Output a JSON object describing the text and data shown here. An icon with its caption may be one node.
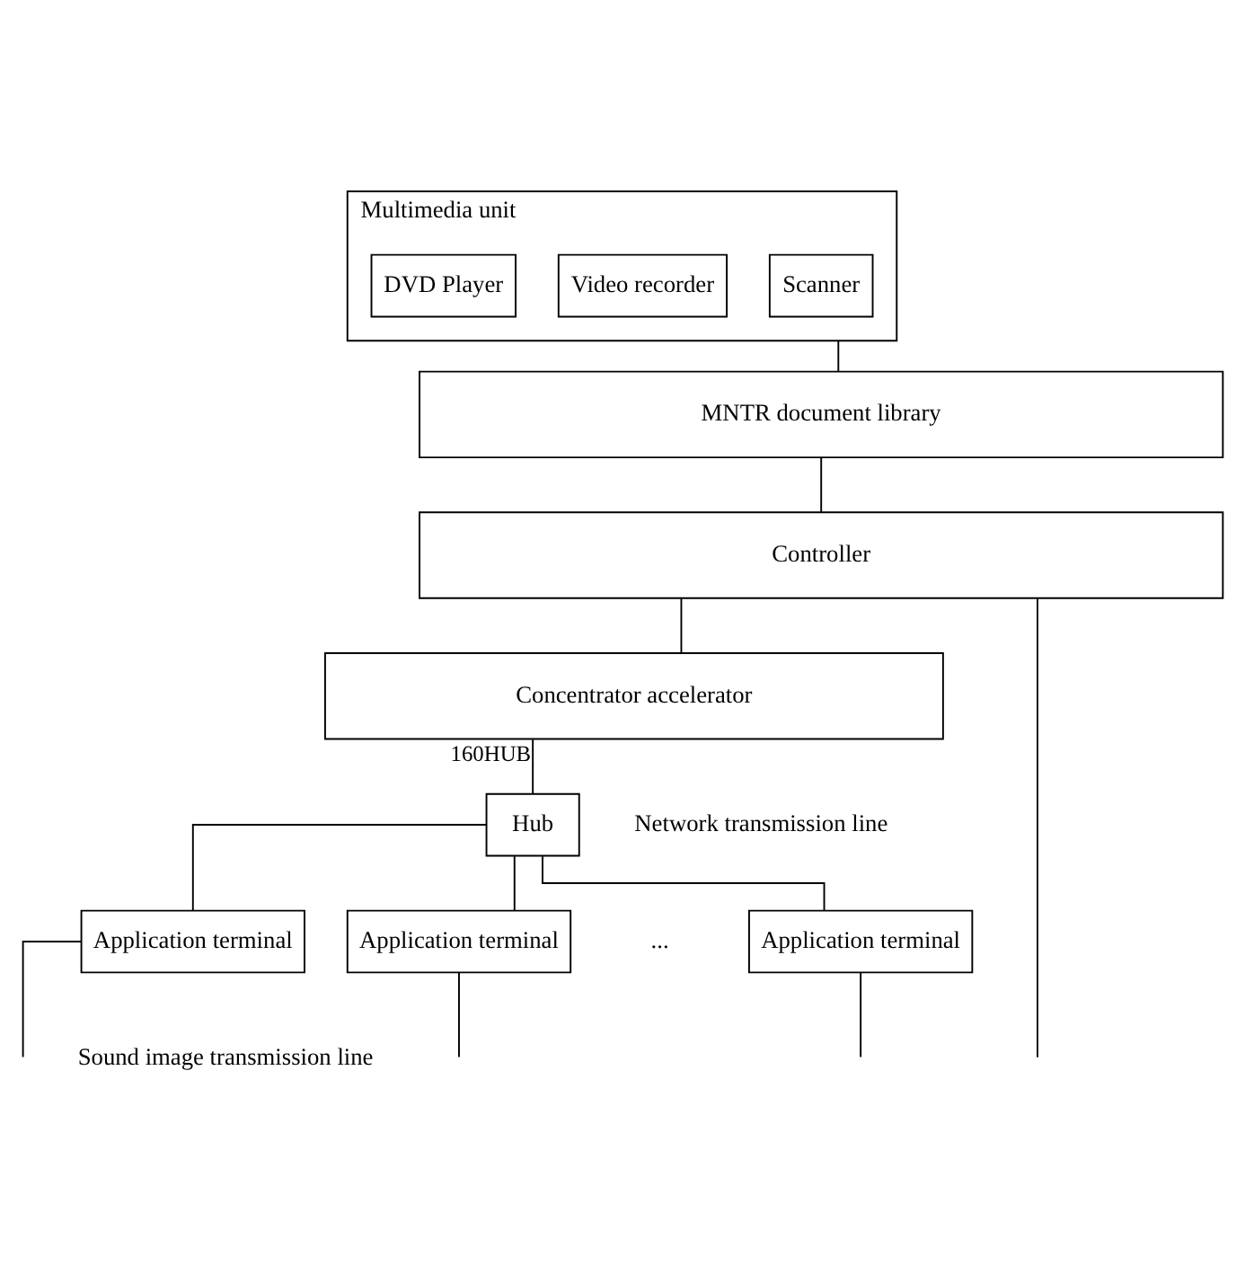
{
  "diagram": {
    "nodes": [
      {
        "text": [
          "Multimedia unit"
        ]
      },
      {
        "text": [
          "Video recorder"
        ],
        "in": 0
      },
      {
        "text": [
          "Scanner"
        ],
        "in": 0
      },
      {
        "text": [
          "DVD Player"
        ],
        "in": 0
      },
      {
        "text": [
          "MNTR document library"
        ]
      },
      {
        "text": [
          "Controller"
        ]
      },
      {
        "text": [
          "Concentrator accelerator"
        ]
      },
      {
        "text": [
          "Hub"
        ]
      },
      {
        "text": [
          "Application terminal"
        ]
      },
      {
        "text": [
          "Application terminal"
        ]
      },
      {
        "text": [
          "Application terminal"
        ]
      }
    ],
    "edges": [
      {
        "from": 0,
        "to": 4,
        "arrow": "none"
      },
      {
        "from": 4,
        "to": 5,
        "arrow": "none"
      },
      {
        "from": 5,
        "to": 6,
        "arrow": "none"
      },
      {
        "from": 6,
        "to": 7,
        "label": "160HUB",
        "arrow": "none"
      },
      {
        "from": 7,
        "to": 8,
        "arrow": "none"
      },
      {
        "from": 7,
        "to": 9,
        "arrow": "none"
      },
      {
        "from": 7,
        "to": 10,
        "arrow": "none"
      },
      {
        "from": 5,
        "to": null,
        "arrow": "none"
      },
      {
        "from": 8,
        "to": null,
        "arrow": "none"
      },
      {
        "from": 9,
        "to": null,
        "arrow": "none"
      },
      {
        "from": 10,
        "to": null,
        "arrow": "none"
      }
    ],
    "labels": [
      "Network transmission line",
      "...",
      "Sound image transmission line"
    ]
  }
}
